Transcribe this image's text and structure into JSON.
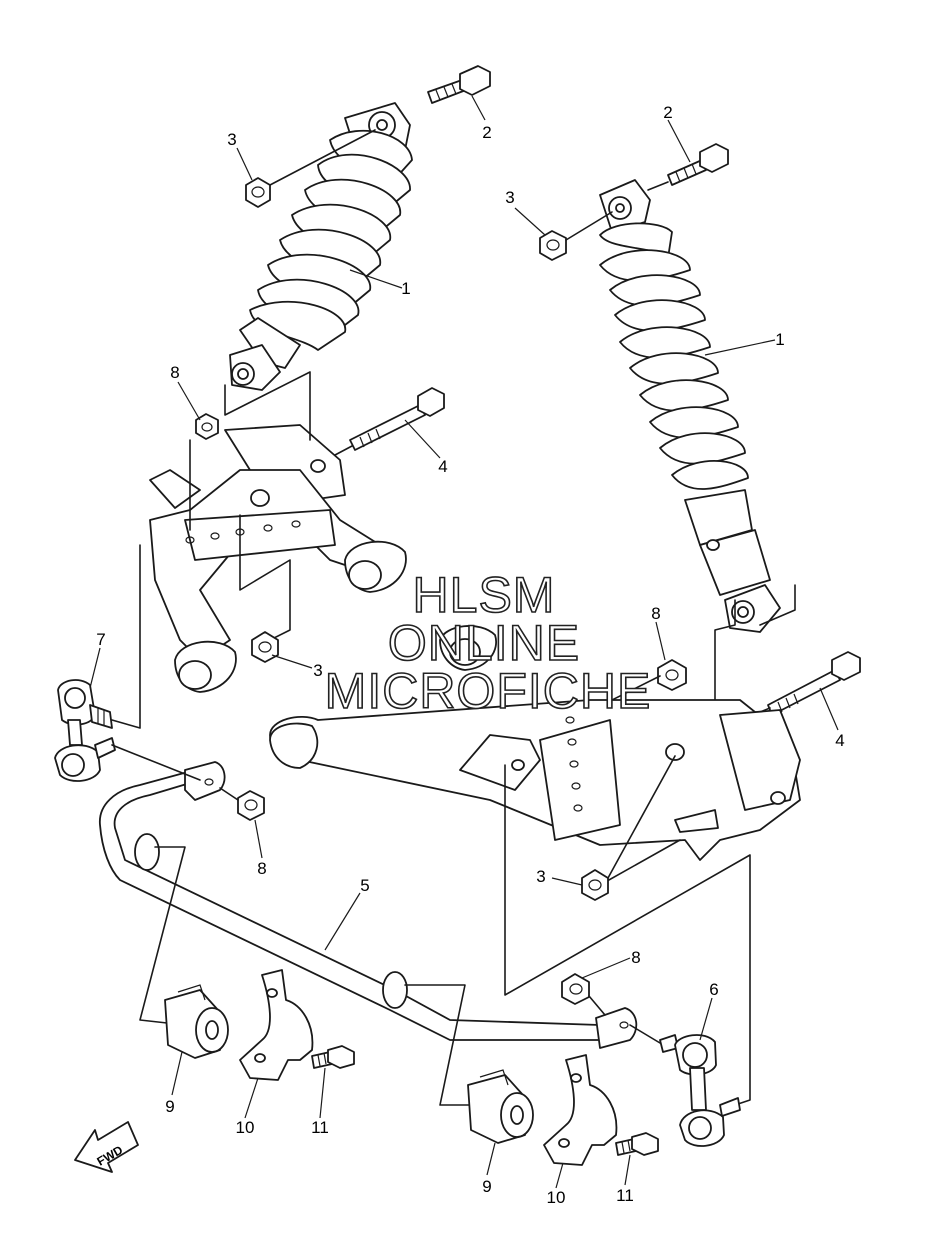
{
  "watermark": {
    "line1": "HLSM",
    "line2": "ONLINE",
    "line3": "MICROFICHE"
  },
  "fwd_label": "FWD",
  "callouts": {
    "shock_left": "1",
    "shock_right": "1",
    "bolt_top_left": "2",
    "bolt_top_right": "2",
    "nut_top_left": "3",
    "nut_top_right": "3",
    "nut_mid_left": "3",
    "nut_mid_right": "3",
    "bolt_long_left": "4",
    "bolt_long_right": "4",
    "stabilizer": "5",
    "link_right": "6",
    "link_left": "7",
    "nut8_left_upper": "8",
    "nut8_left_lower": "8",
    "nut8_right_upper": "8",
    "nut8_right_lower": "8",
    "bushing_left": "9",
    "bushing_right": "9",
    "bracket_left": "10",
    "bracket_right": "10",
    "bolt11_left": "11",
    "bolt11_right": "11"
  }
}
